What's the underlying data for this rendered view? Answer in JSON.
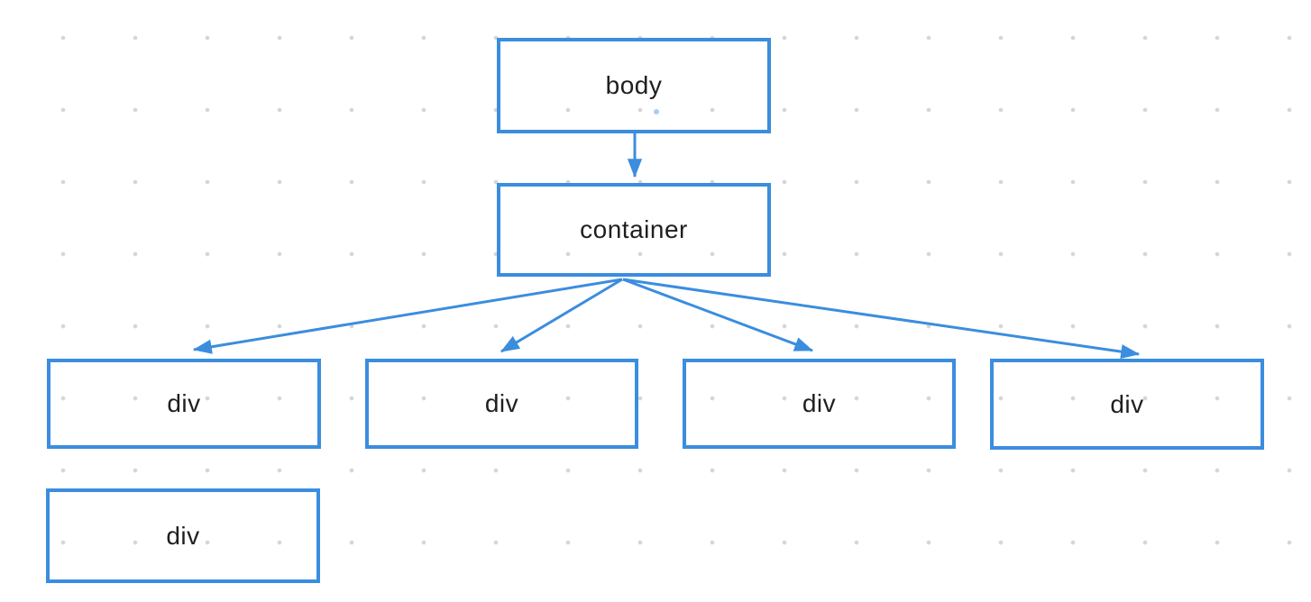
{
  "diagram": {
    "type": "tree",
    "nodes": [
      {
        "id": "body",
        "label": "body"
      },
      {
        "id": "container",
        "label": "container"
      },
      {
        "id": "div-1",
        "label": "div"
      },
      {
        "id": "div-2",
        "label": "div"
      },
      {
        "id": "div-3",
        "label": "div"
      },
      {
        "id": "div-4",
        "label": "div"
      },
      {
        "id": "div-5",
        "label": "div"
      }
    ],
    "edges": [
      {
        "from": "body",
        "to": "container",
        "arrow": "end"
      },
      {
        "from": "container",
        "to": "div-1",
        "arrow": "end"
      },
      {
        "from": "container",
        "to": "div-2",
        "arrow": "end"
      },
      {
        "from": "container",
        "to": "div-3",
        "arrow": "end"
      },
      {
        "from": "container",
        "to": "div-4",
        "arrow": "end"
      }
    ]
  },
  "colors": {
    "accent": "#3b8dde",
    "node_border": "#3b8dde",
    "node_fill": "transparent",
    "label_text": "#1f1f1f",
    "grid_dot": "#d5d6d8",
    "background": "#ffffff"
  }
}
